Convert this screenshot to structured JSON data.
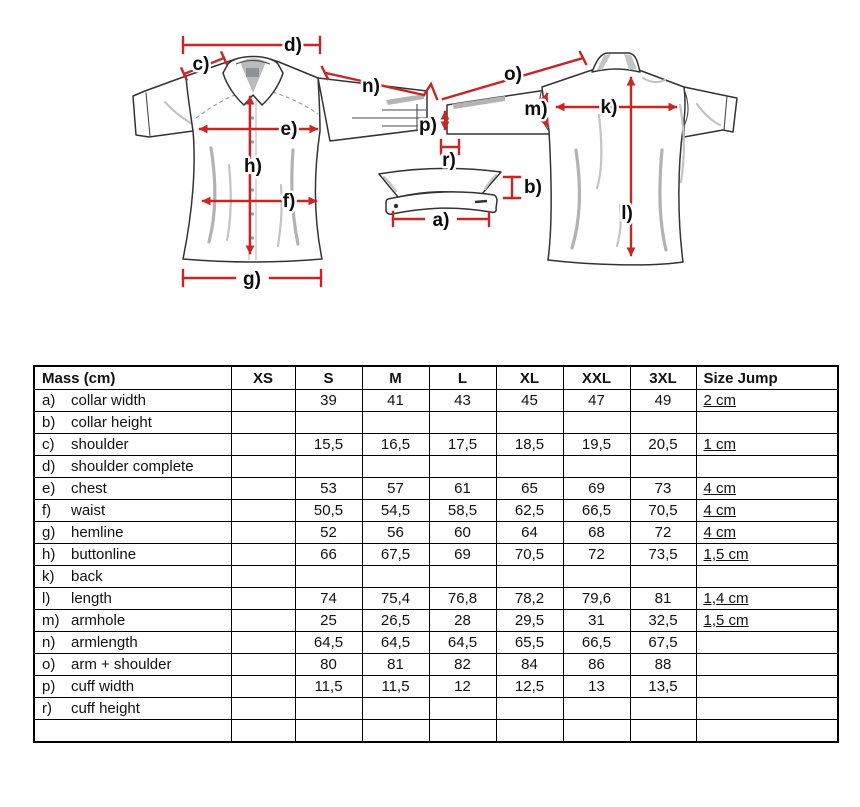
{
  "page": {
    "background": "#ffffff"
  },
  "diagram": {
    "accent_color": "#c62626",
    "labels": {
      "a": "a)",
      "b": "b)",
      "c": "c)",
      "d": "d)",
      "e": "e)",
      "f": "f)",
      "g": "g)",
      "h": "h)",
      "k": "k)",
      "l": "l)",
      "m": "m)",
      "n": "n)",
      "o": "o)",
      "p": "p)",
      "r": "r)"
    }
  },
  "table": {
    "header": [
      "Mass (cm)",
      "XS",
      "S",
      "M",
      "L",
      "XL",
      "XXL",
      "3XL",
      "Size Jump"
    ],
    "rows": [
      {
        "key": "a)",
        "label": "collar width",
        "values": [
          "",
          "39",
          "41",
          "43",
          "45",
          "47",
          "49"
        ],
        "jump": "2 cm"
      },
      {
        "key": "b)",
        "label": "collar height",
        "values": [
          "",
          "",
          "",
          "",
          "",
          "",
          ""
        ],
        "jump": ""
      },
      {
        "key": "c)",
        "label": "shoulder",
        "values": [
          "",
          "15,5",
          "16,5",
          "17,5",
          "18,5",
          "19,5",
          "20,5"
        ],
        "jump": "1 cm"
      },
      {
        "key": "d)",
        "label": "shoulder complete",
        "values": [
          "",
          "",
          "",
          "",
          "",
          "",
          ""
        ],
        "jump": ""
      },
      {
        "key": "e)",
        "label": "chest",
        "values": [
          "",
          "53",
          "57",
          "61",
          "65",
          "69",
          "73"
        ],
        "jump": "4 cm"
      },
      {
        "key": "f)",
        "label": "waist",
        "values": [
          "",
          "50,5",
          "54,5",
          "58,5",
          "62,5",
          "66,5",
          "70,5"
        ],
        "jump": "4 cm"
      },
      {
        "key": "g)",
        "label": "hemline",
        "values": [
          "",
          "52",
          "56",
          "60",
          "64",
          "68",
          "72"
        ],
        "jump": "4 cm"
      },
      {
        "key": "h)",
        "label": "buttonline",
        "values": [
          "",
          "66",
          "67,5",
          "69",
          "70,5",
          "72",
          "73,5"
        ],
        "jump": "1,5 cm"
      },
      {
        "key": "k)",
        "label": "back",
        "values": [
          "",
          "",
          "",
          "",
          "",
          "",
          ""
        ],
        "jump": ""
      },
      {
        "key": "l)",
        "label": "length",
        "values": [
          "",
          "74",
          "75,4",
          "76,8",
          "78,2",
          "79,6",
          "81"
        ],
        "jump": "1,4 cm"
      },
      {
        "key": "m)",
        "label": "armhole",
        "values": [
          "",
          "25",
          "26,5",
          "28",
          "29,5",
          "31",
          "32,5"
        ],
        "jump": "1,5 cm"
      },
      {
        "key": "n)",
        "label": "armlength",
        "values": [
          "",
          "64,5",
          "64,5",
          "64,5",
          "65,5",
          "66,5",
          "67,5"
        ],
        "jump": ""
      },
      {
        "key": "o)",
        "label": "arm + shoulder",
        "values": [
          "",
          "80",
          "81",
          "82",
          "84",
          "86",
          "88"
        ],
        "jump": ""
      },
      {
        "key": "p)",
        "label": "cuff width",
        "values": [
          "",
          "11,5",
          "11,5",
          "12",
          "12,5",
          "13",
          "13,5"
        ],
        "jump": ""
      },
      {
        "key": "r)",
        "label": "cuff height",
        "values": [
          "",
          "",
          "",
          "",
          "",
          "",
          ""
        ],
        "jump": ""
      },
      {
        "key": "",
        "label": "",
        "values": [
          "",
          "",
          "",
          "",
          "",
          "",
          ""
        ],
        "jump": ""
      }
    ]
  }
}
